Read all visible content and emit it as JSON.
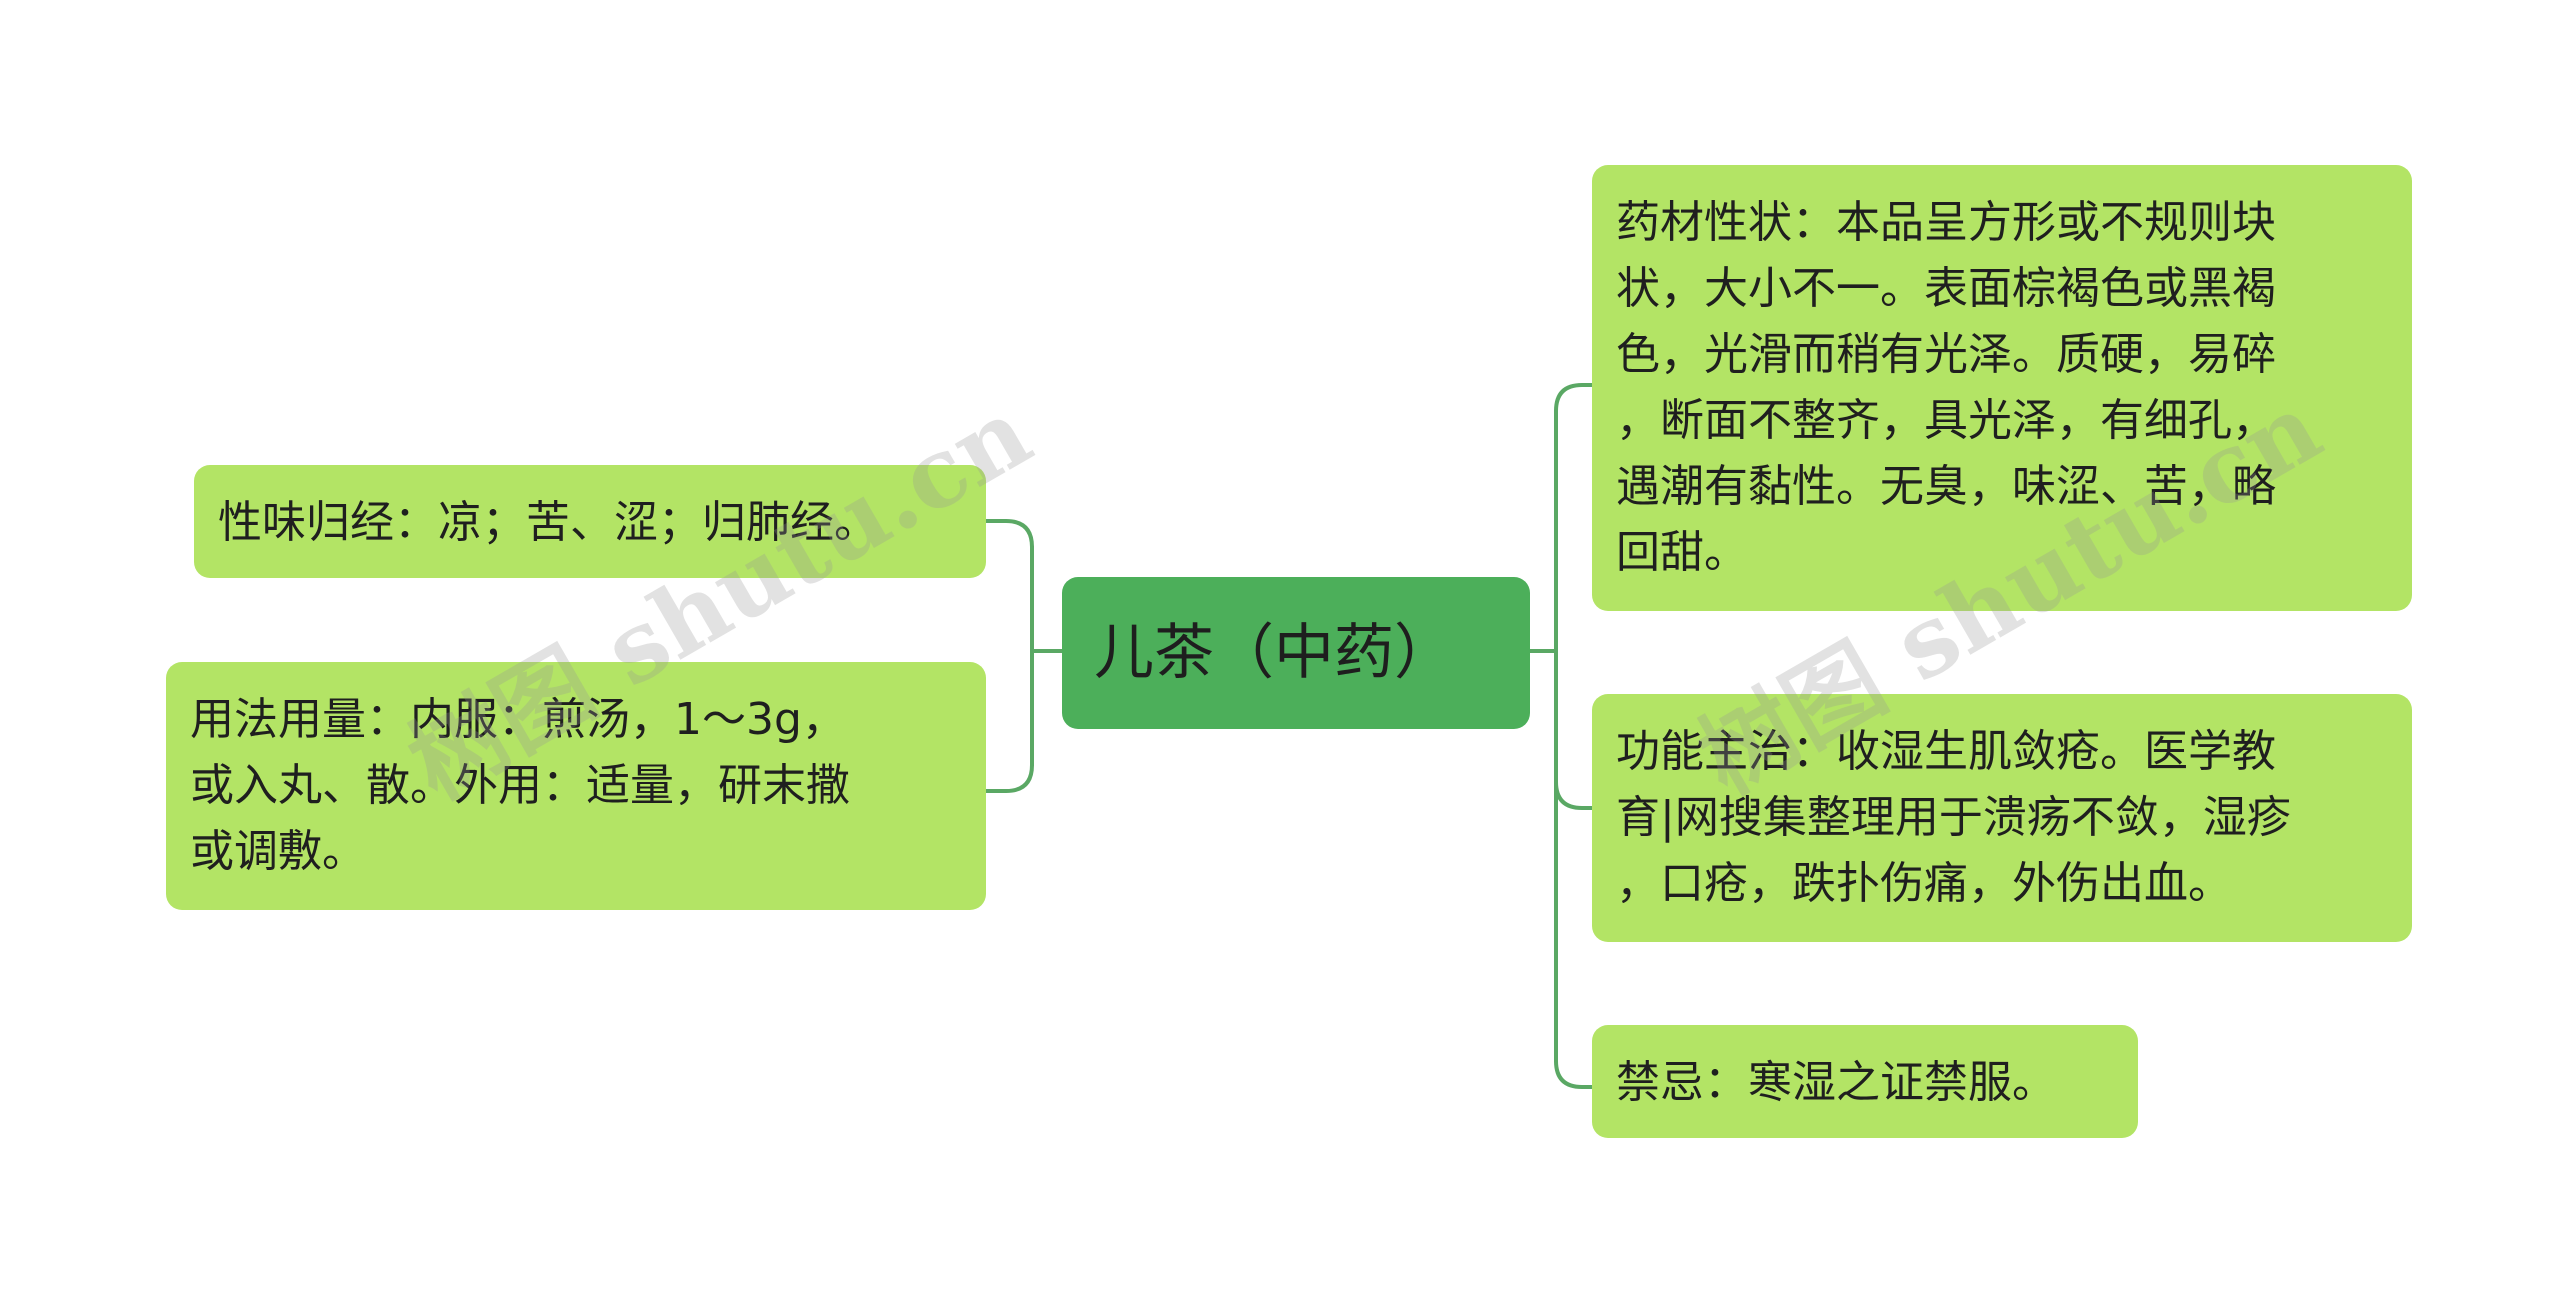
{
  "root": {
    "label": "儿茶（中药）"
  },
  "colors": {
    "root_fill": "#4caf5a",
    "topic_fill": "#b3e465",
    "connector": "#5aa864"
  },
  "left_topics": [
    {
      "lines": [
        "性味归经：凉；苦、涩；归肺经。"
      ]
    },
    {
      "lines": [
        "用法用量：内服：煎汤，1～3g，",
        "或入丸、散。外用：适量，研末撒",
        "或调敷。"
      ]
    }
  ],
  "right_topics": [
    {
      "lines": [
        "药材性状：本品呈方形或不规则块",
        "状，大小不一。表面棕褐色或黑褐",
        "色，光滑而稍有光泽。质硬，易碎",
        "，断面不整齐，具光泽，有细孔，",
        "遇潮有黏性。无臭，味涩、苦，略",
        "回甜。"
      ]
    },
    {
      "lines": [
        "功能主治：收湿生肌敛疮。医学教",
        "育|网搜集整理用于溃疡不敛，湿疹",
        "，口疮，跌扑伤痛，外伤出血。"
      ]
    },
    {
      "lines": [
        "禁忌：寒湿之证禁服。"
      ]
    }
  ],
  "watermarks": [
    "树图 shutu.cn",
    "树图 shutu.cn"
  ]
}
